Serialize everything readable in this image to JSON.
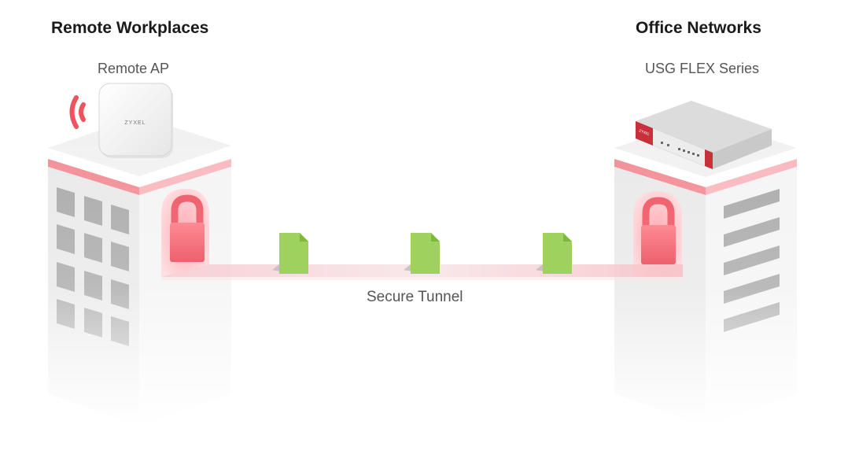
{
  "left_site": {
    "title": "Remote Workplaces",
    "device": "Remote AP",
    "device_brand": "ZYXEL"
  },
  "right_site": {
    "title": "Office Networks",
    "device": "USG FLEX Series",
    "device_brand": "ZYXEL"
  },
  "tunnel": {
    "label": "Secure Tunnel",
    "packet_count": 3
  },
  "colors": {
    "accent": "#f2515f",
    "packet": "#9fd15e",
    "text": "#555555",
    "heading": "#1a1a1a"
  }
}
